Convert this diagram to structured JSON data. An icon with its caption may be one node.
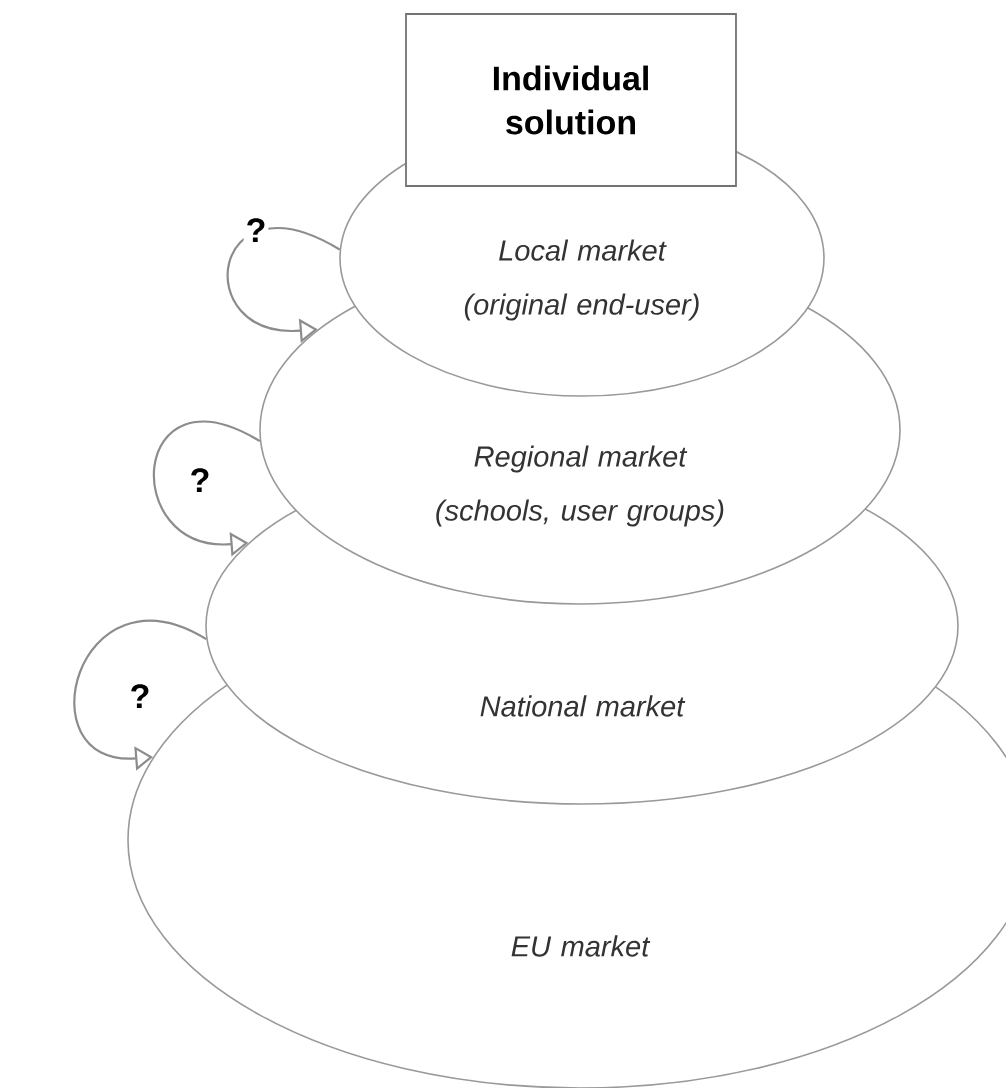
{
  "diagram": {
    "nodes": [
      {
        "text": [
          "Individual solution"
        ]
      },
      {
        "text": [
          "Local market (original end-user)"
        ]
      },
      {
        "text": [
          "Regional market (schools, user groups)"
        ]
      },
      {
        "text": [
          "National market"
        ]
      },
      {
        "text": [
          "EU market"
        ]
      }
    ],
    "edges": [
      {
        "from": 1,
        "to": 2,
        "arrow": "to",
        "label": "?"
      },
      {
        "from": 2,
        "to": 3,
        "arrow": "to",
        "label": "?"
      },
      {
        "from": 3,
        "to": 4,
        "arrow": "to",
        "label": "?"
      }
    ]
  }
}
